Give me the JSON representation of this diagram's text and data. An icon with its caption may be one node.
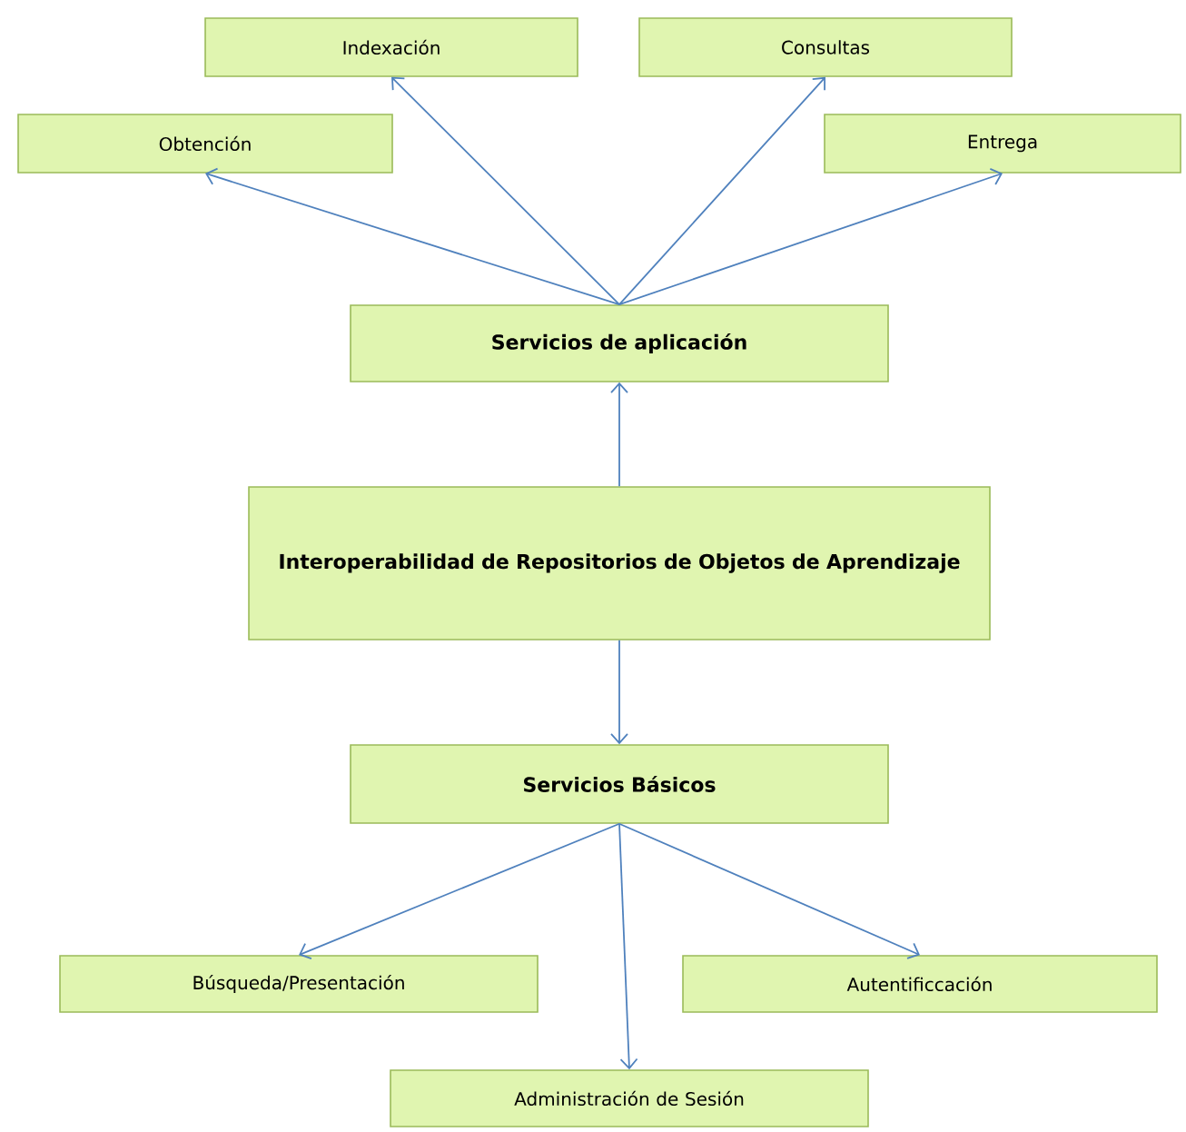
{
  "diagram": {
    "nodes": [
      {
        "text": [
          "Indexación"
        ]
      },
      {
        "text": [
          "Consultas"
        ]
      },
      {
        "text": [
          "Obtención"
        ]
      },
      {
        "text": [
          "Entrega"
        ]
      },
      {
        "text": [
          "Servicios de aplicación"
        ]
      },
      {
        "text": [
          "Interoperabilidad de Repositorios de Objetos de Aprendizaje"
        ]
      },
      {
        "text": [
          "Servicios Básicos"
        ]
      },
      {
        "text": [
          "Búsqueda/Presentación"
        ]
      },
      {
        "text": [
          "Autentificcación"
        ]
      },
      {
        "text": [
          "Administración de Sesión"
        ]
      }
    ],
    "edges": [
      {
        "from": 4,
        "to": 2,
        "arrow": "to"
      },
      {
        "from": 4,
        "to": 0,
        "arrow": "to"
      },
      {
        "from": 4,
        "to": 1,
        "arrow": "to"
      },
      {
        "from": 4,
        "to": 3,
        "arrow": "to"
      },
      {
        "from": 5,
        "to": 4,
        "arrow": "to"
      },
      {
        "from": 5,
        "to": 6,
        "arrow": "to"
      },
      {
        "from": 6,
        "to": 7,
        "arrow": "to"
      },
      {
        "from": 6,
        "to": 9,
        "arrow": "to"
      },
      {
        "from": 6,
        "to": 8,
        "arrow": "to"
      }
    ]
  }
}
